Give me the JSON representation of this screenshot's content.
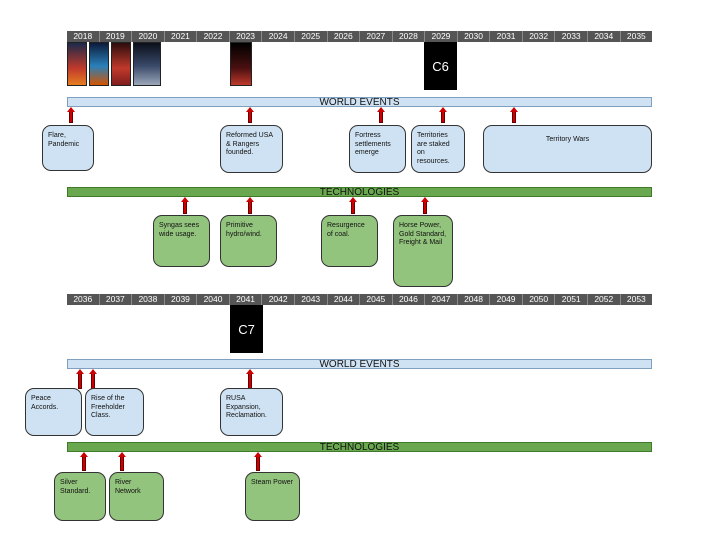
{
  "timeline1": {
    "years": [
      "2018",
      "2019",
      "2020",
      "2021",
      "2022",
      "2023",
      "2024",
      "2025",
      "2026",
      "2027",
      "2028",
      "2029",
      "2030",
      "2031",
      "2032",
      "2033",
      "2034",
      "2035"
    ],
    "marker": "C6",
    "cover_color": "#c0392b",
    "world_events_label": "WORLD EVENTS",
    "technologies_label": "TECHNOLOGIES",
    "events": [
      {
        "text": "Flare, Pandemic"
      },
      {
        "text": "Reformed USA & Rangers founded."
      },
      {
        "text": "Fortress settlements emerge"
      },
      {
        "text": "Territories are staked on resources."
      },
      {
        "text": "Territory Wars"
      }
    ],
    "techs": [
      {
        "text": "Syngas sees wide usage."
      },
      {
        "text": "Primitive hydro/wind."
      },
      {
        "text": "Resurgence of coal."
      },
      {
        "text": "Horse Power, Gold Standard, Freight & Mail"
      }
    ]
  },
  "timeline2": {
    "years": [
      "2036",
      "2037",
      "2038",
      "2039",
      "2040",
      "2041",
      "2042",
      "2043",
      "2044",
      "2045",
      "2046",
      "2047",
      "2048",
      "2049",
      "2050",
      "2051",
      "2052",
      "2053"
    ],
    "marker": "C7",
    "world_events_label": "WORLD EVENTS",
    "technologies_label": "TECHNOLOGIES",
    "events": [
      {
        "text": "Peace Accords."
      },
      {
        "text": "Rise of the Freeholder Class."
      },
      {
        "text": "RUSA Expansion, Reclamation."
      }
    ],
    "techs": [
      {
        "text": "Silver Standard."
      },
      {
        "text": "River Network"
      },
      {
        "text": "Steam Power"
      }
    ]
  },
  "colors": {
    "year_bar": "#555555",
    "event_band": "#cfe2f3",
    "tech_band": "#6aa84f",
    "tech_box": "#93c47d",
    "arrow": "#cc0000"
  }
}
